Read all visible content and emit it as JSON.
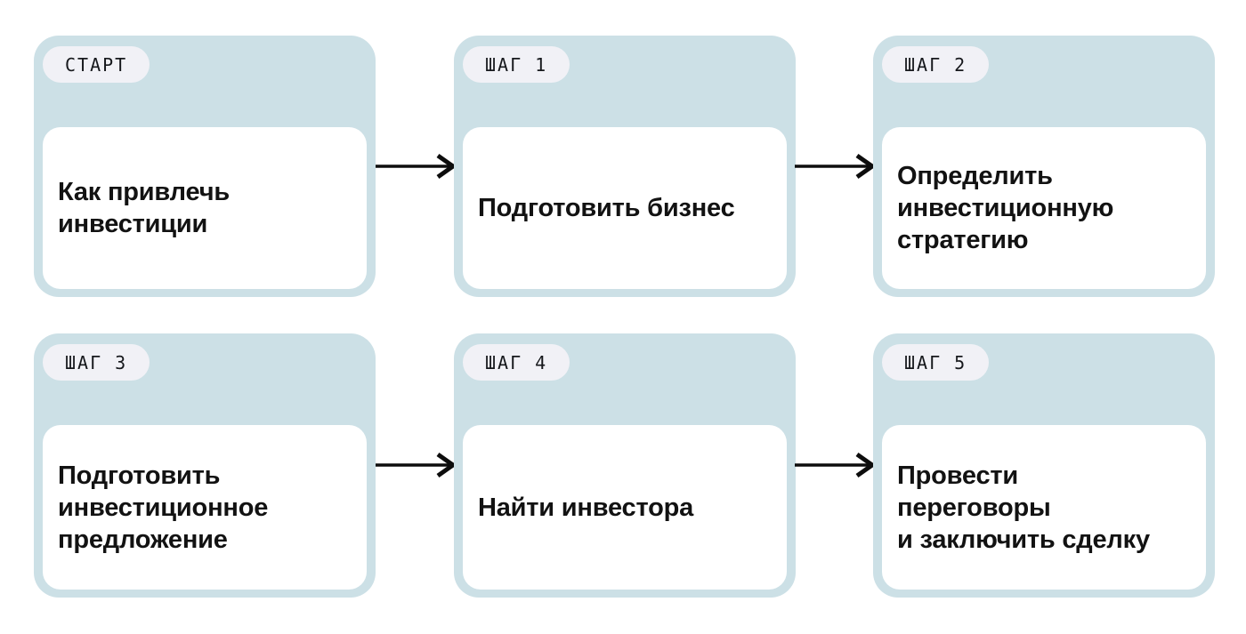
{
  "diagram": {
    "type": "flowchart",
    "language": "ru",
    "cards": [
      {
        "badge": "СТАРТ",
        "title": "Как привлечь\nинвестиции"
      },
      {
        "badge": "ШАГ 1",
        "title": "Подготовить бизнес"
      },
      {
        "badge": "ШАГ 2",
        "title": "Определить\nинвестиционную\nстратегию"
      },
      {
        "badge": "ШАГ 3",
        "title": "Подготовить\nинвестиционное\nпредложение"
      },
      {
        "badge": "ШАГ 4",
        "title": "Найти инвестора"
      },
      {
        "badge": "ШАГ 5",
        "title": "Провести\nпереговоры\nи заключить сделку"
      }
    ],
    "connections": [
      {
        "from": "СТАРТ",
        "to": "ШАГ 1"
      },
      {
        "from": "ШАГ 1",
        "to": "ШАГ 2"
      },
      {
        "from": "ШАГ 3",
        "to": "ШАГ 4"
      },
      {
        "from": "ШАГ 4",
        "to": "ШАГ 5"
      }
    ],
    "colors": {
      "page_background": "#ffffff",
      "card_background": "#cce0e6",
      "badge_background": "#f1f1f6",
      "body_background": "#ffffff",
      "text": "#121212",
      "arrow": "#0d0d0d"
    }
  }
}
